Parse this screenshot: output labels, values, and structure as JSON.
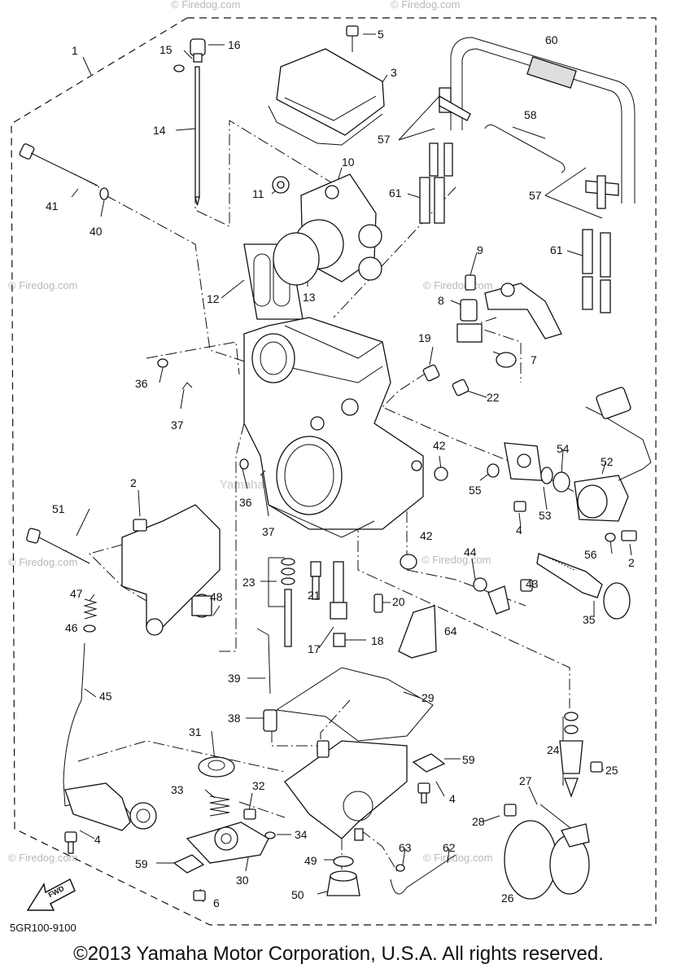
{
  "diagram": {
    "part_labels": [
      "1",
      "2",
      "3",
      "4",
      "5",
      "6",
      "7",
      "8",
      "9",
      "10",
      "11",
      "12",
      "13",
      "14",
      "15",
      "16",
      "17",
      "18",
      "19",
      "20",
      "21",
      "22",
      "23",
      "24",
      "25",
      "26",
      "27",
      "28",
      "29",
      "30",
      "31",
      "32",
      "33",
      "34",
      "35",
      "36",
      "37",
      "38",
      "39",
      "40",
      "41",
      "42",
      "43",
      "44",
      "45",
      "46",
      "47",
      "48",
      "49",
      "50",
      "51",
      "52",
      "53",
      "54",
      "55",
      "56",
      "57",
      "58",
      "59",
      "60",
      "61",
      "62",
      "63",
      "64"
    ],
    "diagram_code": "5GR100-9100",
    "fwd_label": "FWD",
    "watermarks": {
      "site": "© Firedog.com",
      "center": "Yamaha Motor Corporation U.S.A."
    }
  },
  "footer": {
    "copyright": "©2013 Yamaha Motor Corporation, U.S.A. All rights reserved."
  }
}
